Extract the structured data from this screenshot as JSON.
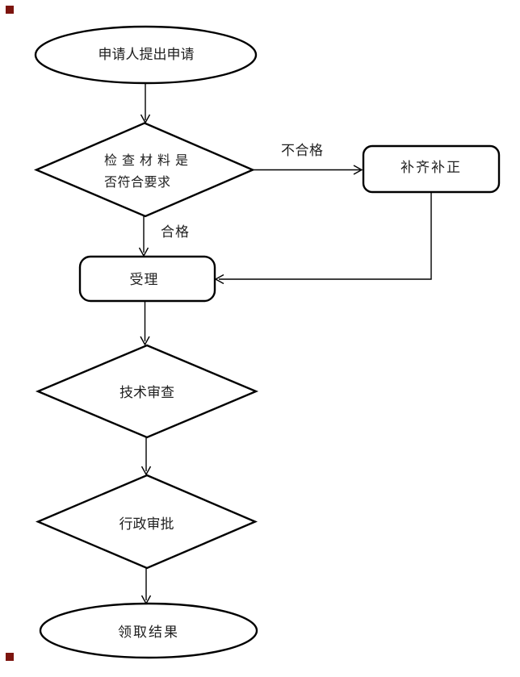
{
  "diagram": {
    "type": "flowchart",
    "background_color": "#ffffff",
    "stroke_color": "#000000",
    "text_color": "#1f1f1f",
    "corner_mark_color": "#7c140e",
    "nodes": [
      {
        "id": "start",
        "shape": "ellipse",
        "label": "申请人提出申请"
      },
      {
        "id": "check-materials",
        "shape": "diamond",
        "lines": [
          "检查材料是",
          "否符合要求"
        ]
      },
      {
        "id": "supplement",
        "shape": "rounded-rect",
        "label": "补齐补正"
      },
      {
        "id": "accept",
        "shape": "rounded-rect",
        "label": "受理"
      },
      {
        "id": "technical-review",
        "shape": "diamond",
        "label": "技术审查"
      },
      {
        "id": "administrative-approval",
        "shape": "diamond",
        "label": "行政审批"
      },
      {
        "id": "end",
        "shape": "ellipse",
        "label": "领取结果"
      }
    ],
    "edge_labels": {
      "fail": "不合格",
      "pass": "合格"
    }
  }
}
